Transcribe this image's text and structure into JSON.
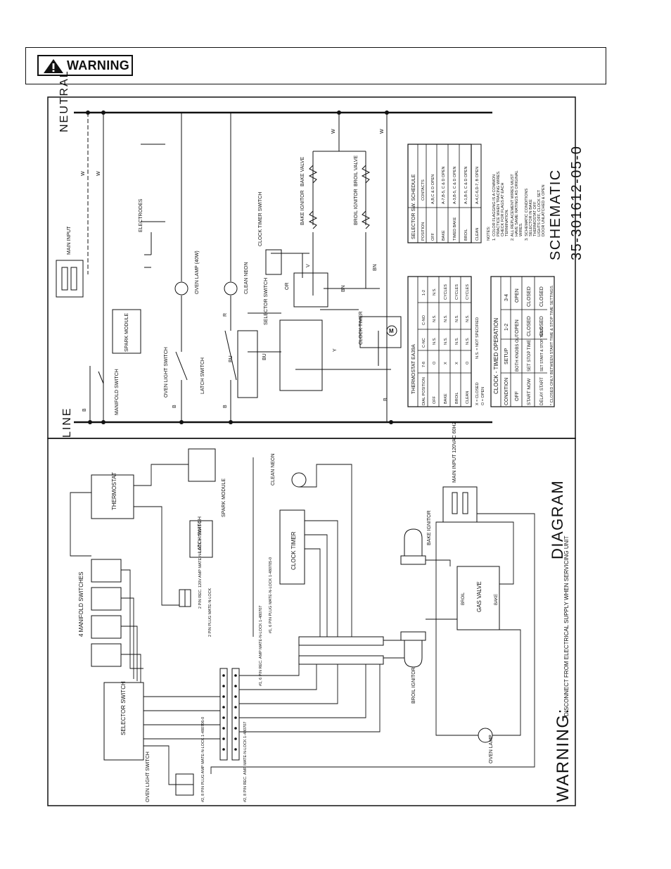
{
  "header": {
    "warning_label": "WARNING"
  },
  "schematic": {
    "title": "SCHEMATIC",
    "part_number": "35-301612-05-0",
    "rail_neutral": "NEUTRAL",
    "rail_line": "LINE",
    "labels": {
      "main_input": "MAIN INPUT",
      "electrodes": "ELECTRODES",
      "spark_module": "SPARK MODULE",
      "manifold_switch": "MANIFOLD SWITCH",
      "oven_light_switch": "OVEN LIGHT SWITCH",
      "latch_switch": "LATCH SWITCH",
      "oven_lamp": "OVEN LAMP (40W)",
      "clean_neon": "CLEAN NEON",
      "selector_switch": "SELECTOR SWITCH",
      "clock_timer_switch": "CLOCK TIMER SWITCH",
      "clock_timer": "CLOCK TIMER",
      "bake_ignitor": "BAKE IGNITOR",
      "bake_valve": "BAKE VALVE",
      "broil_ignitor": "BROIL IGNITOR",
      "broil_valve": "BROIL VALVE"
    },
    "selector_table": {
      "title": "SELECTOR SW. SCHEDULE",
      "headers": [
        "POSITION",
        "CONTACTS"
      ],
      "rows": [
        [
          "OFF",
          "A,B,C & D OPEN"
        ],
        [
          "BAKE",
          "A-7,B-5, C & D OPEN"
        ],
        [
          "TIMED BAKE",
          "A-3,B-5, C & D OPEN"
        ],
        [
          "BROIL",
          "A-1,B-5, C & D OPEN"
        ],
        [
          "CLEAN",
          "A-4,C-6,D-7, B OPEN"
        ]
      ]
    },
    "notes": [
      "NOTES:",
      "1. COLOR FLAGGING IS A COMMON",
      "PRACTICE WHEN TRACING WIRES.",
      "CHECK FOR FLAGS AT EACH",
      "TERMINATION.",
      "2. ALL REPLACEMENT WIRES MUST",
      "HAVE SAME RATINGS AS ORIGINAL",
      "WIRES.",
      "3. SCHEMATIC CONDITIONS",
      "SELECTOR IN BAKE",
      "THERMOSTAT OFF",
      "LIGHTS OFF, CLOCK SET",
      "DOOR UNLATCHED & OPEN"
    ],
    "thermostat_table": {
      "title": "THERMOSTAT EA39A",
      "headers": [
        "DIAL POSITION",
        "7-8",
        "C-NC",
        "C-NO",
        "1-2"
      ],
      "rows": [
        [
          "OFF",
          "O",
          "N.S.",
          "N.S.",
          "N.S."
        ],
        [
          "BAKE",
          "X",
          "N.S.",
          "N.S.",
          "CYCLES"
        ],
        [
          "BROIL",
          "X",
          "N.S.",
          "N.S.",
          "CYCLES"
        ],
        [
          "CLEAN",
          "O",
          "N.S.",
          "N.S.",
          "CYCLES"
        ]
      ],
      "legend": [
        "X = CLOSED",
        "O = OPEN",
        "N.S. = NOT SPECIFIED"
      ]
    },
    "clock_table": {
      "title": "CLOCK - TIMED OPERATION",
      "headers": [
        "CONDITION",
        "SETUP",
        "1-2",
        "3-4"
      ],
      "rows": [
        [
          "OFF",
          "BOTH KNOBS OUT",
          "OPEN",
          "OPEN"
        ],
        [
          "START NOW",
          "SET STOP TIME",
          "CLOSED",
          "CLOSED"
        ],
        [
          "DELAY START",
          "SET START & STOP TIMES",
          "CLOSED",
          "CLOSED"
        ]
      ],
      "footnote": "* CLOSED ONLY BETWEEN START TIME & STOP TIME SETTINGS."
    },
    "wire_colors": [
      "W",
      "B",
      "R",
      "BU",
      "BN",
      "Y",
      "OR",
      "V"
    ]
  },
  "diagram": {
    "title": "DIAGRAM",
    "warning": "WARNING:",
    "warning_sub": "DISCONNECT FROM ELECTRICAL SUPPLY WHEN SERVICING UNIT",
    "labels": {
      "manifold_switches": "4 MANIFOLD SWITCHES",
      "thermostat": "THERMOSTAT",
      "selector_switch": "SELECTOR SWITCH",
      "oven_light_switch": "OVEN LIGHT SWITCH",
      "latch_switch": "LATCH SWITCH",
      "spark_module": "SPARK MODULE",
      "clean_neon": "CLEAN NEON",
      "clock_timer": "CLOCK TIMER",
      "main_input": "MAIN INPUT 120VAC 60HZ",
      "bake_ignitor": "BAKE IGNITOR",
      "broil_ignitor": "BROIL IGNITOR",
      "gas_valve": "GAS VALVE",
      "oven_lamp": "OVEN LAMP",
      "plug_2pin_rec": "2 PIN REC. 120V AMP MATE-N-LOCK 1-770145-0",
      "plug_2pin": "2 PIN PLUG MATE-N-LOCK",
      "plug_6pin_rec": "#1, 6 PIN REC. AMP MATE-N-LOCK 1-480707",
      "plug_6pin": "#1, 6 PIN PLUG MATE-N-LOCK 1-480705-0",
      "plug_8pin": "#2, 8 PIN PLUG AMP MATE-N-LOCK 1-480706-0",
      "plug_8pin_rec": "#2, 8 PIN REC. AMP MATE-N-LOCK 1-480707",
      "broil": "BROIL",
      "bake": "BAKE"
    }
  }
}
